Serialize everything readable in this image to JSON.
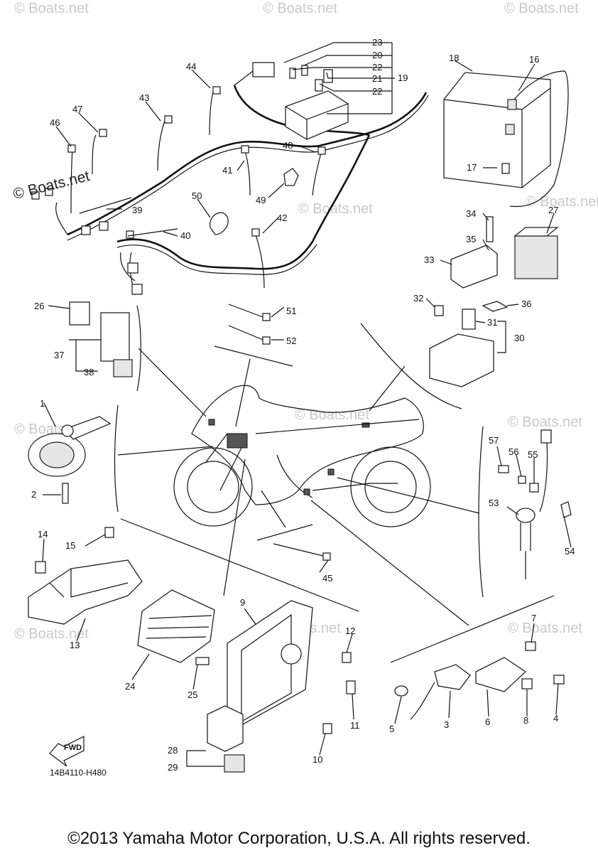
{
  "diagram": {
    "code": "14B4110-H480",
    "fwd_label": "FWD",
    "footer": "©2013 Yamaha Motor Corporation, U.S.A. All rights reserved.",
    "site_mark": "© Boats.net",
    "watermark_text": "© Boats.net",
    "callouts": [
      "1",
      "2",
      "3",
      "4",
      "5",
      "6",
      "7",
      "8",
      "9",
      "10",
      "11",
      "12",
      "13",
      "14",
      "15",
      "16",
      "17",
      "18",
      "19",
      "20",
      "21",
      "22",
      "22",
      "23",
      "24",
      "25",
      "26",
      "27",
      "28",
      "29",
      "30",
      "31",
      "32",
      "33",
      "34",
      "35",
      "36",
      "37",
      "38",
      "39",
      "40",
      "41",
      "42",
      "43",
      "44",
      "45",
      "46",
      "47",
      "48",
      "49",
      "50",
      "51",
      "52",
      "53",
      "54",
      "55",
      "56",
      "57"
    ]
  }
}
